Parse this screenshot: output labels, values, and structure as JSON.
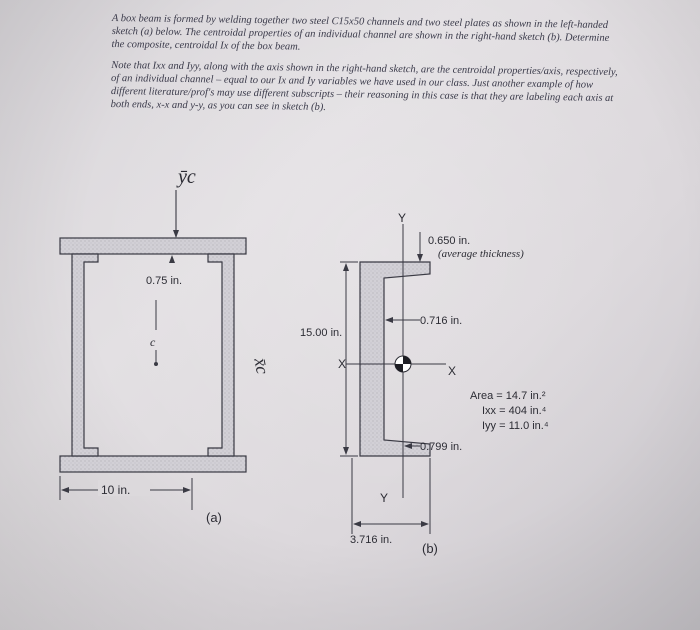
{
  "problem": {
    "paragraph1": "A box beam is formed by welding together two steel C15x50 channels and two steel plates as shown in the left-handed sketch (a) below. The centroidal properties of an individual channel are shown in the right-hand sketch (b). Determine the composite, centroidal Ix of the box beam.",
    "paragraph2": "Note that Ixx and Iyy, along with the axis shown in the right-hand sketch, are the centroidal properties/axis, respectively, of an individual channel – equal to our Ix and Iy variables we have used in our class. Just another example of how different literature/prof's may use different subscripts – their reasoning in this case is that they are labeling each axis at both ends, x-x and y-y, as you can see in sketch (b)."
  },
  "sketch_a": {
    "yc_label": "ȳc",
    "xc_label": "x̄c",
    "plate_thickness": "0.75 in.",
    "centroid_label": "c",
    "width": "10 in.",
    "caption": "(a)"
  },
  "sketch_b": {
    "y_top": "Y",
    "y_bottom": "Y",
    "x_left": "X",
    "x_right": "X",
    "flange_thickness": "0.650 in.",
    "thickness_note": "(average thickness)",
    "web_thickness": "0.716 in.",
    "depth": "15.00 in.",
    "area": "Area = 14.7 in.²",
    "ixx": "Ixx = 404 in.⁴",
    "iyy": "Iyy = 11.0 in.⁴",
    "centroid_offset": "0.799 in.",
    "flange_width": "3.716 in.",
    "caption": "(b)"
  }
}
